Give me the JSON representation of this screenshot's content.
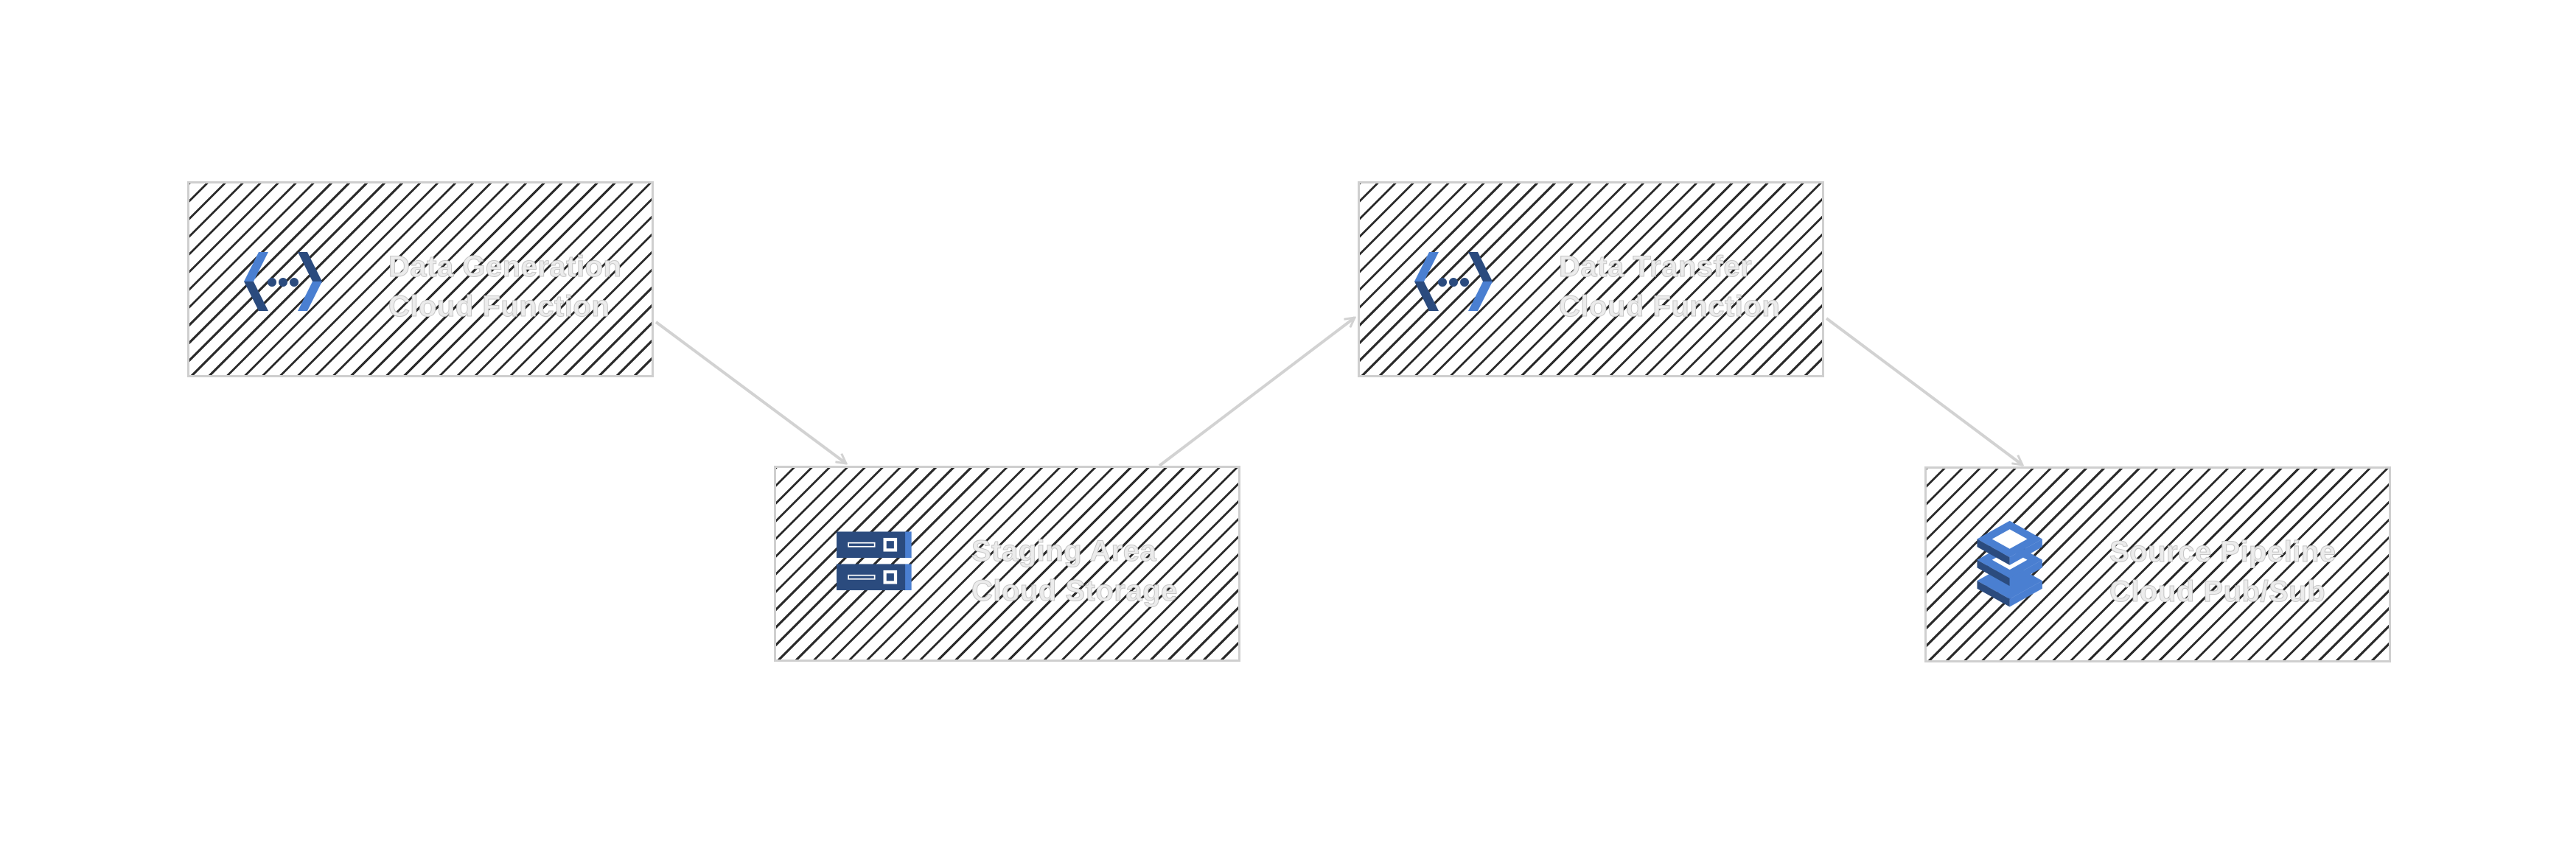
{
  "diagram": {
    "nodes": [
      {
        "id": "data-generation-function",
        "name": "Data Generation",
        "type": "Cloud Function",
        "icon": "cloud-functions-icon"
      },
      {
        "id": "staging-storage",
        "name": "Staging Area",
        "type": "Cloud Storage",
        "icon": "cloud-storage-icon"
      },
      {
        "id": "data-transfer-function",
        "name": "Data Transfer",
        "type": "Cloud Function",
        "icon": "cloud-functions-icon"
      },
      {
        "id": "pubsub-queue",
        "name": "Source Pipeline",
        "type": "Cloud Pub/Sub",
        "icon": "cloud-pubsub-icon"
      }
    ],
    "edges": [
      {
        "from": "data-generation-function",
        "to": "staging-storage"
      },
      {
        "from": "staging-storage",
        "to": "data-transfer-function"
      },
      {
        "from": "data-transfer-function",
        "to": "pubsub-queue"
      }
    ],
    "colors": {
      "icon_dark": "#2b4b7e",
      "icon_light": "#4a7fd1",
      "edge": "#d2d2d2",
      "node_border": "#cfcfcf",
      "hatch": "#2a2a2a",
      "label": "#ececec"
    }
  }
}
